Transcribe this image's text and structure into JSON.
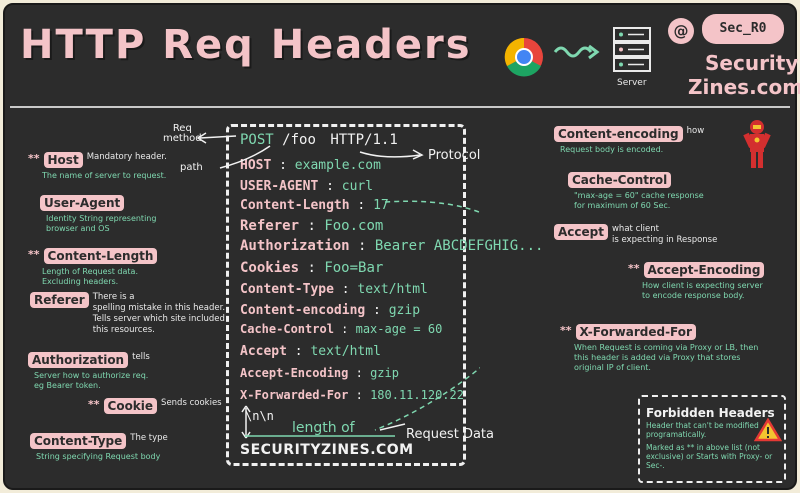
{
  "title": "HTTP Req Headers",
  "handle": "Sec_R0",
  "at_symbol": "@",
  "brand": {
    "line1": "Security",
    "line2": "Zines.com"
  },
  "server_label": "Server",
  "request": {
    "method": "POST",
    "path": "/foo",
    "protocol": "HTTP/1.1",
    "lines": [
      {
        "key": "HOST",
        "value": "example.com"
      },
      {
        "key": "USER-AGENT",
        "value": "curl"
      },
      {
        "key": "Content-Length",
        "value": "17"
      },
      {
        "key": "Referer",
        "value": "Foo.com"
      },
      {
        "key": "Authorization",
        "value": "Bearer ABCDEFGHIG..."
      },
      {
        "key": "Cookies",
        "value": "Foo=Bar"
      },
      {
        "key": "Content-Type",
        "value": "text/html"
      },
      {
        "key": "Content-encoding",
        "value": "gzip"
      },
      {
        "key": "Cache-Control",
        "value": "max-age = 60"
      },
      {
        "key": "Accept",
        "value": "text/html"
      },
      {
        "key": "Accept-Encoding",
        "value": "gzip"
      },
      {
        "key": "X-Forwarded-For",
        "value": "180.11.120.22"
      }
    ],
    "newline": "\\n\\n",
    "body_label": "length of",
    "watermark": "SECURITYZINES.COM"
  },
  "callouts": {
    "req_method": "Req\nmethod",
    "path": "path",
    "protocol": "Protocol",
    "request_data": "Request Data"
  },
  "left_notes": [
    {
      "star": "**",
      "label": "Host",
      "inline": "Mandatory header.",
      "desc": "The name of server to request."
    },
    {
      "star": "",
      "label": "User-Agent",
      "inline": "",
      "desc": "Identity String representing\nbrowser and OS"
    },
    {
      "star": "**",
      "label": "Content-Length",
      "inline": "",
      "desc": "Length of Request data.\nExcluding headers."
    },
    {
      "star": "",
      "label": "Referer",
      "inline": "There is a\nspelling mistake in this header.\nTells server which site included\nthis resources.",
      "desc": ""
    },
    {
      "star": "",
      "label": "Authorization",
      "inline": "tells",
      "desc": "Server how to authorize req.\neg Bearer token."
    },
    {
      "star": "**",
      "label": "Cookie",
      "inline": "Sends cookies",
      "desc": ""
    },
    {
      "star": "",
      "label": "Content-Type",
      "inline": "The type",
      "desc": "String specifying Request body"
    }
  ],
  "right_notes": [
    {
      "star": "",
      "label": "Content-encoding",
      "inline": "how",
      "desc": "Request body is encoded."
    },
    {
      "star": "",
      "label": "Cache-Control",
      "inline": "",
      "desc": "\"max-age = 60\" cache response\nfor maximum of 60 Sec."
    },
    {
      "star": "",
      "label": "Accept",
      "inline": "what client\nis expecting in Response",
      "desc": ""
    },
    {
      "star": "**",
      "label": "Accept-Encoding",
      "inline": "",
      "desc": "How client is expecting server\nto encode response body."
    },
    {
      "star": "**",
      "label": "X-Forwarded-For",
      "inline": "",
      "desc": "When Request is coming via Proxy or LB, then\nthis header is added via Proxy that stores\noriginal IP of client."
    }
  ],
  "forbidden": {
    "title": "Forbidden Headers",
    "line1": "Header that can't be modified\nprogramatically.",
    "line2": "Marked as ** in above list (not\nexclusive) or Starts with Proxy- or\nSec-."
  },
  "colors": {
    "accent_pink": "#f4c4c8",
    "accent_green": "#7fd8b0",
    "board": "#2c2c2c",
    "warning": "#e53935"
  }
}
